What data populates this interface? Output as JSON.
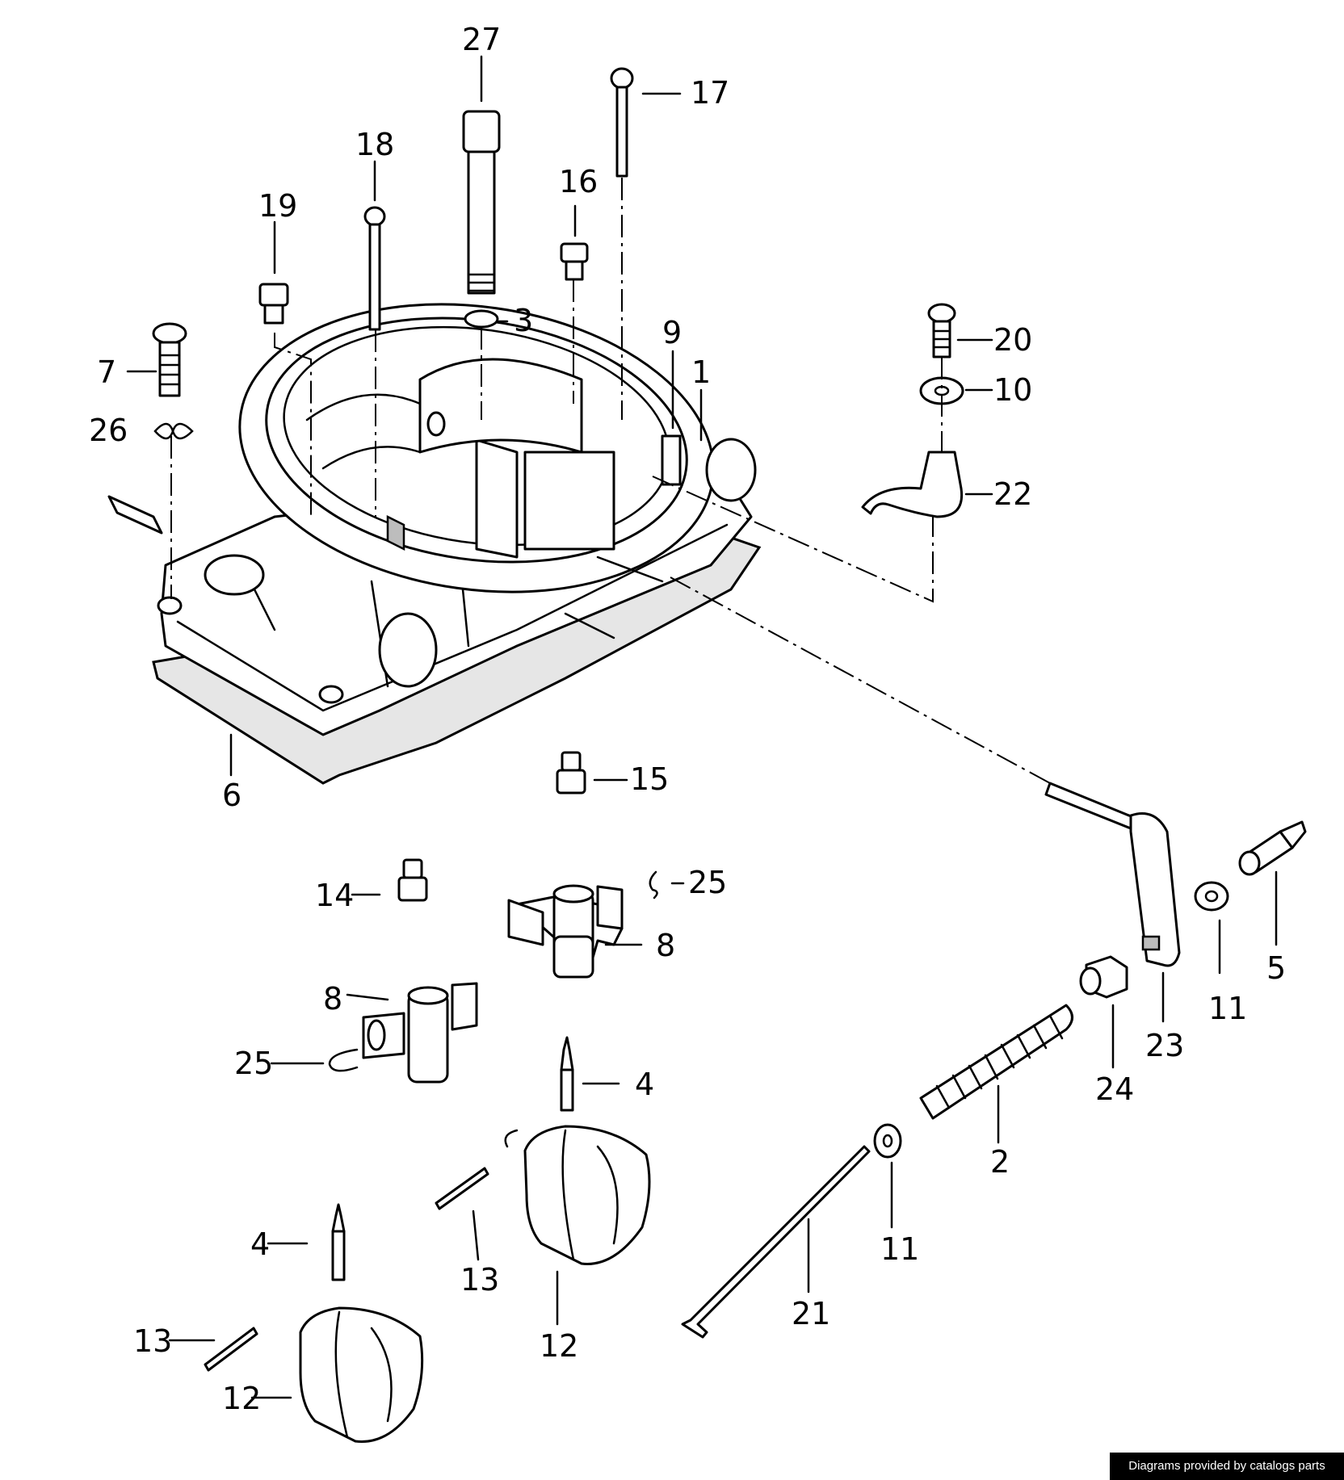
{
  "callouts": [
    {
      "id": "c27",
      "text": "27"
    },
    {
      "id": "c17",
      "text": "17"
    },
    {
      "id": "c18",
      "text": "18"
    },
    {
      "id": "c16",
      "text": "16"
    },
    {
      "id": "c19",
      "text": "19"
    },
    {
      "id": "c3",
      "text": "3"
    },
    {
      "id": "c9",
      "text": "9"
    },
    {
      "id": "c1",
      "text": "1"
    },
    {
      "id": "c7",
      "text": "7"
    },
    {
      "id": "c26",
      "text": "26"
    },
    {
      "id": "c20",
      "text": "20"
    },
    {
      "id": "c10",
      "text": "10"
    },
    {
      "id": "c22",
      "text": "22"
    },
    {
      "id": "c6",
      "text": "6"
    },
    {
      "id": "c15",
      "text": "15"
    },
    {
      "id": "c14",
      "text": "14"
    },
    {
      "id": "c25a",
      "text": "25"
    },
    {
      "id": "c8a",
      "text": "8"
    },
    {
      "id": "c8b",
      "text": "8"
    },
    {
      "id": "c25b",
      "text": "25"
    },
    {
      "id": "c4a",
      "text": "4"
    },
    {
      "id": "c4b",
      "text": "4"
    },
    {
      "id": "c13a",
      "text": "13"
    },
    {
      "id": "c13b",
      "text": "13"
    },
    {
      "id": "c12a",
      "text": "12"
    },
    {
      "id": "c12b",
      "text": "12"
    },
    {
      "id": "c2",
      "text": "2"
    },
    {
      "id": "c11a",
      "text": "11"
    },
    {
      "id": "c11b",
      "text": "11"
    },
    {
      "id": "c21",
      "text": "21"
    },
    {
      "id": "c23",
      "text": "23"
    },
    {
      "id": "c24",
      "text": "24"
    },
    {
      "id": "c5",
      "text": "5"
    }
  ],
  "credit": "Diagrams provided by catalogs parts"
}
